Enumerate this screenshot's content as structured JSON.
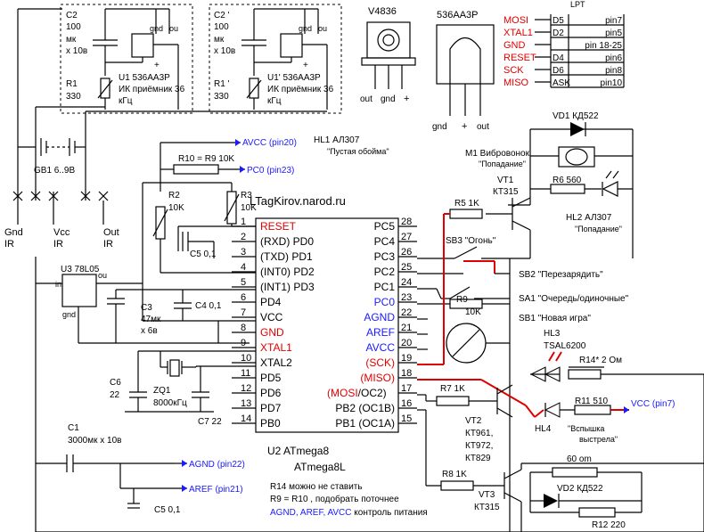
{
  "title": "LTagKirov.narod.ru",
  "ir_receivers": [
    {
      "cap": "C2",
      "cap_val": "100",
      "cap_unit": "мк",
      "cap_v": "х 10в",
      "res": "R1",
      "res_val": "330",
      "ic": "U1 536АА3Р",
      "desc": "ИК приёмник 36",
      "freq": "кГц"
    },
    {
      "cap": "C2 '",
      "cap_val": "100",
      "cap_unit": "мк",
      "cap_v": "х 10в",
      "res": "R1 '",
      "res_val": "330",
      "ic": "U1' 536АА3Р",
      "desc": "ИК приёмник 36",
      "freq": "кГц"
    }
  ],
  "pin_gnd": "gnd",
  "pin_ou": "ou",
  "plus": "+",
  "parts_top": {
    "v4836": "V4836",
    "ic_536": "536АА3Р",
    "out": "out",
    "gnd": "gnd",
    "plus": "+"
  },
  "programmer": {
    "title": "LPT",
    "rows": [
      {
        "sig": "MOSI",
        "d": "D5",
        "pin": "pin7"
      },
      {
        "sig": "XTAL1",
        "d": "D2",
        "pin": "pin5"
      },
      {
        "sig": "GND",
        "d": "",
        "pin": "pin 18-25"
      },
      {
        "sig": "RESET",
        "d": "D4",
        "pin": "pin6"
      },
      {
        "sig": "SCK",
        "d": "D6",
        "pin": "pin8"
      },
      {
        "sig": "MISO",
        "d": "ASK",
        "pin": "pin10"
      }
    ]
  },
  "vd1": "VD1  КД522",
  "m1": {
    "name": "M1 Вибровонок",
    "desc": "\"Попадание\""
  },
  "vt1": {
    "name": "VT1",
    "type": "КТ315"
  },
  "r6": "R6 560",
  "hl2": {
    "name": "HL2  АЛ307",
    "desc": "\"Попадание\""
  },
  "hl1": {
    "name": "HL1  АЛ307",
    "desc": "\"Пустая обойма\""
  },
  "avcc20": "AVCC (pin20)",
  "r10": "R10 = R9  10K",
  "pc0_23": "PC0 (pin23)",
  "gb1": "GB1  6..9В",
  "r2": {
    "name": "R2",
    "val": "10K"
  },
  "r3": {
    "name": "R3",
    "val": "10K"
  },
  "c5": "C5  0,1",
  "r5": "R5 1K",
  "sb3": "SB3 \"Огонь\"",
  "sb2": "SB2 \"Перезарядить\"",
  "sa1": "SA1 \"Очередь/одиночные\"",
  "sb1": "SB1 \"Новая игра\"",
  "r9": {
    "name": "R9",
    "val": "10K"
  },
  "hl3": {
    "name": "HL3",
    "type": "TSAL6200"
  },
  "r14": "R14*  2 Ом",
  "r11": "R11  510",
  "vcc7": "VCC  (pin7)",
  "hl4": {
    "name": "HL4",
    "desc": "\"Вспышка",
    "desc2": "выстрела\""
  },
  "r7": "R7 1K",
  "vt2": {
    "name": "VT2",
    "types": [
      "КТ961,",
      "КТ972,",
      "КТ829"
    ]
  },
  "r8": "R8 1K",
  "vt3": {
    "name": "VT3",
    "type": "КТ315"
  },
  "r60": "60 om",
  "vd2": "VD2  КД522",
  "r12": "R12  220",
  "gnd_ir": {
    "a": "Gnd",
    "b": "IR"
  },
  "vcc_ir": {
    "a": "Vcc",
    "b": "IR"
  },
  "out_ir": {
    "a": "Out",
    "b": "IR"
  },
  "u3": {
    "name": "U3  78L05",
    "in": "in",
    "ou": "ou",
    "gnd": "gnd"
  },
  "c3": {
    "name": "C3",
    "val": "47мк",
    "v": "х 6в"
  },
  "c4": "C4  0,1",
  "c6": {
    "name": "C6",
    "val": "22"
  },
  "zq1": {
    "name": "ZQ1",
    "val": "8000кГц"
  },
  "c7": "C7  22",
  "c1": {
    "name": "C1",
    "val": "3000мк х 10в"
  },
  "agnd22": "AGND (pin22)",
  "aref21": "AREF (pin21)",
  "c5b": "C5  0,1",
  "u2": {
    "name": "U2  ATmega8",
    "alt": "ATmega8L"
  },
  "notes": [
    "R14 можно не ставить",
    "R9 = R10 , подобрать поточнее"
  ],
  "note3_blue": "AGND, AREF, AVCC",
  "note3_rest": " контроль питания",
  "left_pins": [
    {
      "n": "1",
      "label": "RESET",
      "color": "red"
    },
    {
      "n": "2",
      "label": "(RXD)  PD0",
      "color": "black"
    },
    {
      "n": "3",
      "label": "(TXD)  PD1",
      "color": "black"
    },
    {
      "n": "4",
      "label": "(INT0)  PD2",
      "color": "black"
    },
    {
      "n": "5",
      "label": "(INT1)  PD3",
      "color": "black"
    },
    {
      "n": "6",
      "label": "PD4",
      "color": "black"
    },
    {
      "n": "7",
      "label": "VCC",
      "color": "black"
    },
    {
      "n": "8",
      "label": "GND",
      "color": "red"
    },
    {
      "n": "9",
      "label": "XTAL1",
      "color": "red"
    },
    {
      "n": "10",
      "label": "XTAL2",
      "color": "black"
    },
    {
      "n": "11",
      "label": "PD5",
      "color": "black"
    },
    {
      "n": "12",
      "label": "PD6",
      "color": "black"
    },
    {
      "n": "13",
      "label": "PD7",
      "color": "black"
    },
    {
      "n": "14",
      "label": "PB0",
      "color": "black"
    }
  ],
  "right_pins": [
    {
      "n": "28",
      "label": "PC5",
      "color": "black"
    },
    {
      "n": "27",
      "label": "PC4",
      "color": "black"
    },
    {
      "n": "26",
      "label": "PC3",
      "color": "black"
    },
    {
      "n": "25",
      "label": "PC2",
      "color": "black"
    },
    {
      "n": "24",
      "label": "PC1",
      "color": "black"
    },
    {
      "n": "23",
      "label": "PC0",
      "color": "blue"
    },
    {
      "n": "22",
      "label": "AGND",
      "color": "blue"
    },
    {
      "n": "21",
      "label": "AREF",
      "color": "blue"
    },
    {
      "n": "20",
      "label": "AVCC",
      "color": "blue"
    },
    {
      "n": "19",
      "label": "(SCK)",
      "color": "red"
    },
    {
      "n": "18",
      "label": "(MISO)",
      "color": "red"
    },
    {
      "n": "17",
      "label": "(MOSI/OC2)",
      "color": "mixed"
    },
    {
      "n": "16",
      "label": "PB2  (OC1B)",
      "color": "black"
    },
    {
      "n": "15",
      "label": "PB1  (OC1A)",
      "color": "black"
    }
  ],
  "pin17_red": "(MOSI",
  "pin17_black": "/OC2)"
}
